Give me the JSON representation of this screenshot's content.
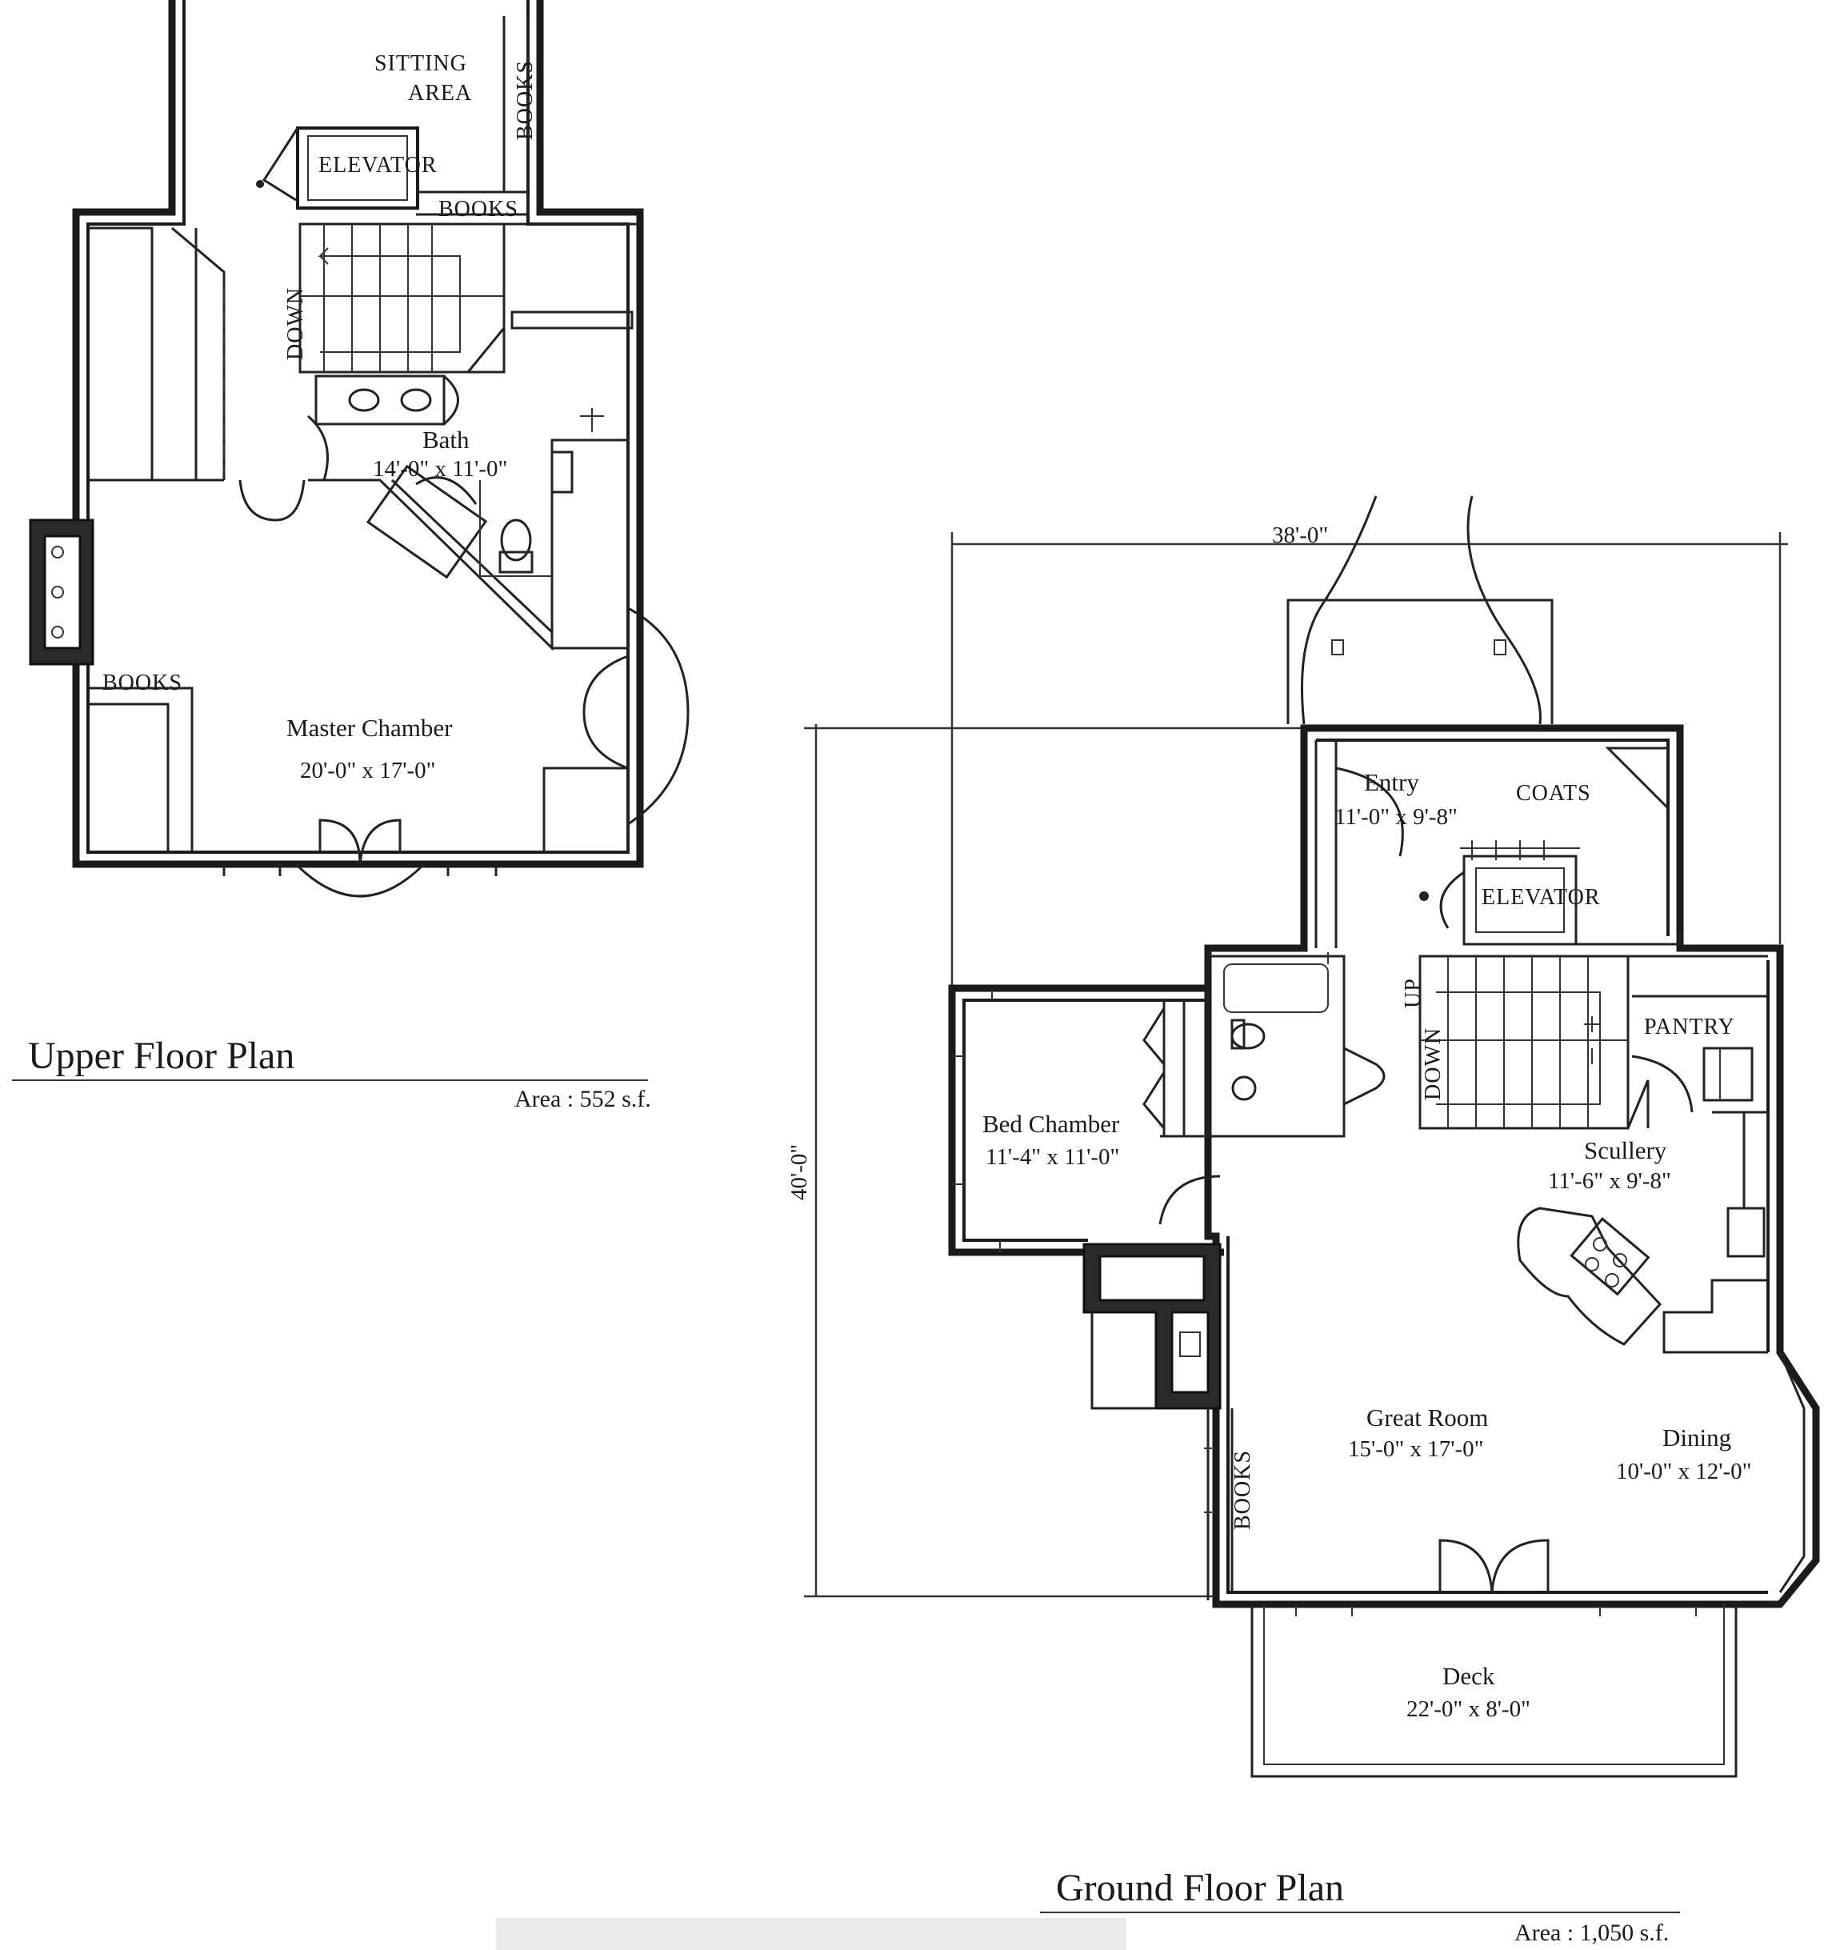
{
  "upper_floor": {
    "title": "Upper Floor Plan",
    "area": "Area : 552 s.f.",
    "rooms": {
      "sitting_area_1": "SITTING",
      "sitting_area_2": "AREA",
      "elevator": "ELEVATOR",
      "books_top": "BOOKS",
      "books_side": "BOOKS",
      "books_left": "BOOKS",
      "down": "DOWN",
      "bath": "Bath",
      "bath_size": "14'-0\" x 11'-0\"",
      "master": "Master Chamber",
      "master_size": "20'-0\" x 17'-0\""
    }
  },
  "ground_floor": {
    "title": "Ground Floor Plan",
    "area": "Area : 1,050 s.f.",
    "dim_width": "38'-0\"",
    "dim_depth": "40'-0\"",
    "rooms": {
      "entry": "Entry",
      "entry_size": "11'-0\" x 9'-8\"",
      "coats": "COATS",
      "elevator": "ELEVATOR",
      "up": "UP",
      "down": "DOWN",
      "pantry": "PANTRY",
      "bed": "Bed Chamber",
      "bed_size": "11'-4\" x 11'-0\"",
      "scullery": "Scullery",
      "scullery_size": "11'-6\" x 9'-8\"",
      "great": "Great Room",
      "great_size": "15'-0\" x 17'-0\"",
      "dining": "Dining",
      "dining_size": "10'-0\" x 12'-0\"",
      "books": "BOOKS",
      "deck": "Deck",
      "deck_size": "22'-0\" x 8'-0\""
    }
  }
}
